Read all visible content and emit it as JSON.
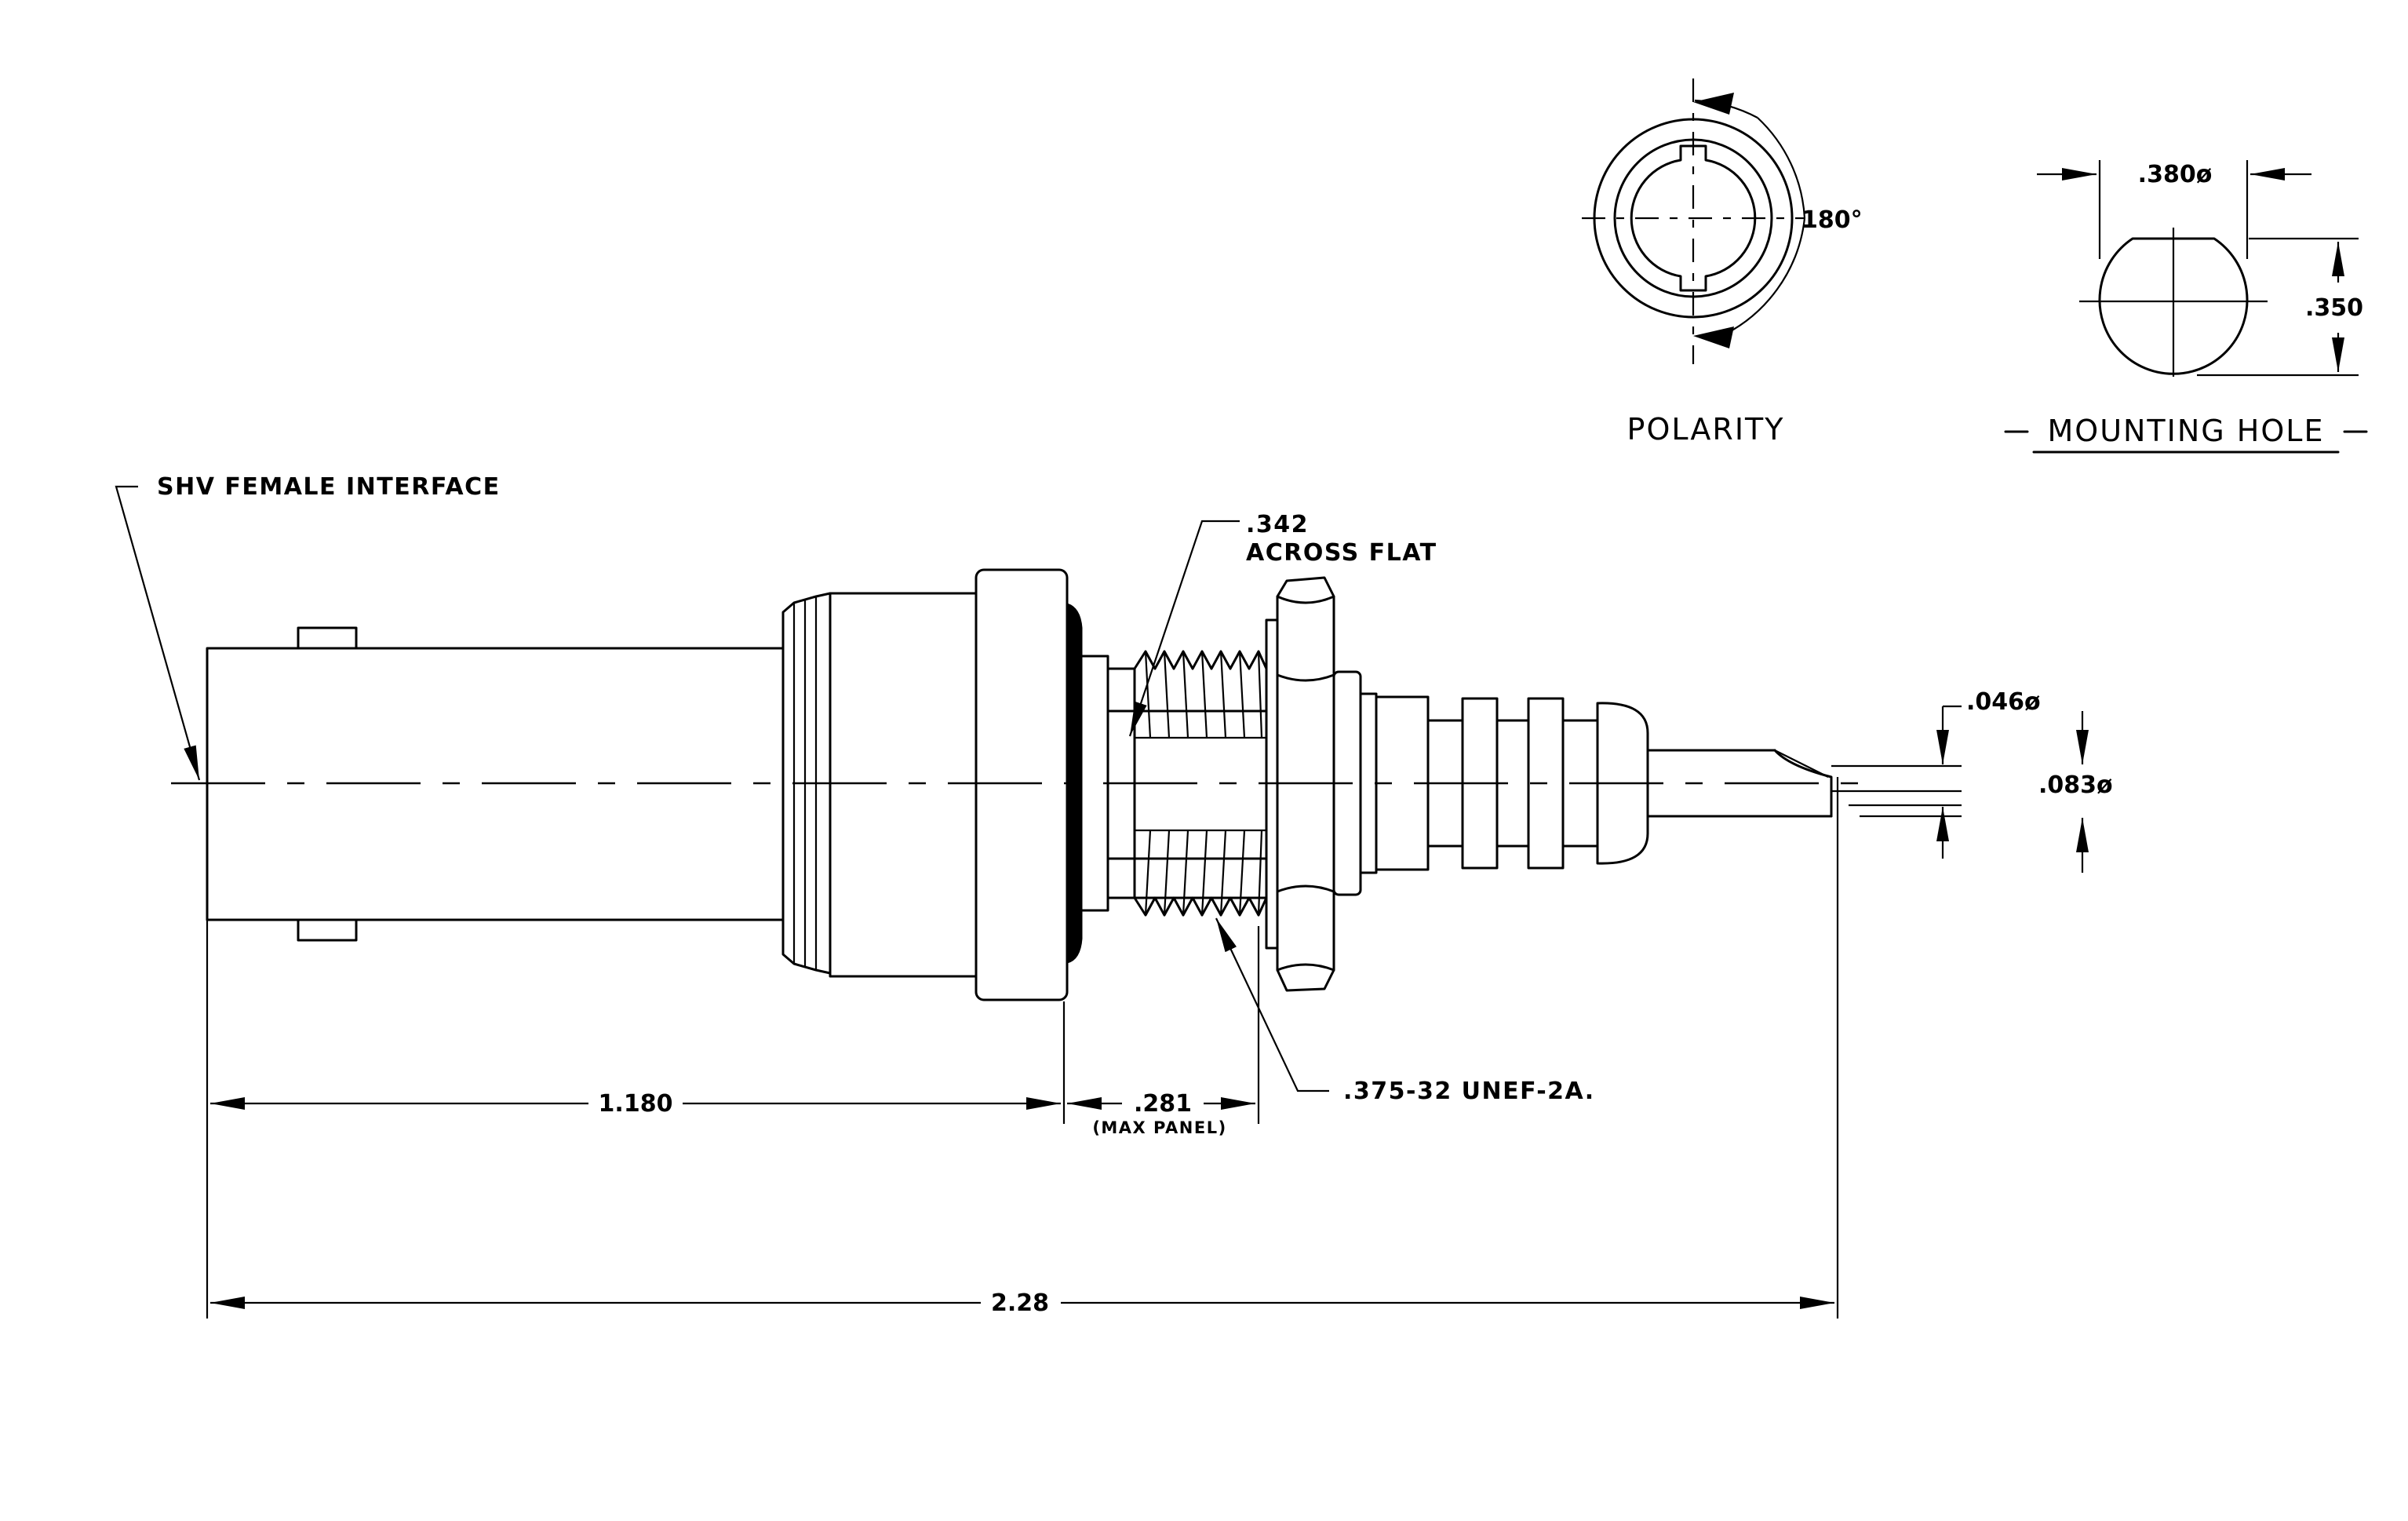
{
  "labels": {
    "interface": "SHV FEMALE INTERFACE",
    "across_flat_value": ".342",
    "across_flat_text": "ACROSS FLAT",
    "thread": ".375-32 UNEF-2A.",
    "polarity": "POLARITY",
    "polarity_angle": "180°",
    "mounting_hole": "MOUNTING HOLE",
    "max_panel": "(MAX PANEL)"
  },
  "dimensions": {
    "length_to_panel": "1.180",
    "panel_thickness": ".281",
    "overall_length": "2.28",
    "pin_diameter": ".046ø",
    "cable_diameter": ".083ø",
    "hole_diameter": ".380ø",
    "hole_flat": ".350"
  }
}
